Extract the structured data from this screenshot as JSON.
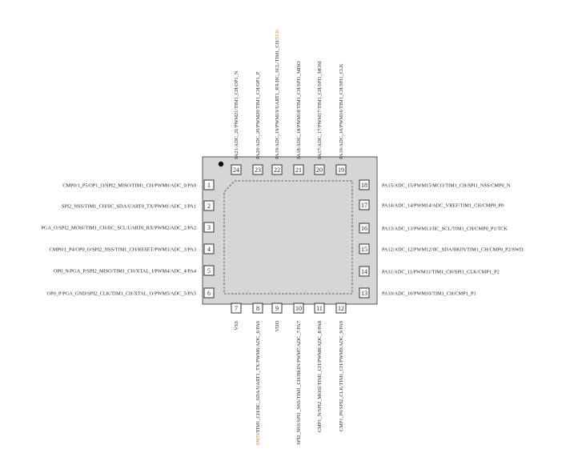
{
  "accent_color": "#e07a1c",
  "pins": [
    {
      "num": "1",
      "label": [
        {
          "t": "CMP0/1_P5/OP1_O/SPI2_MISO/TIM1_CH/PWM0/ADC_0/PA0"
        }
      ]
    },
    {
      "num": "2",
      "label": [
        {
          "t": "SPI2_NSS/TIM1_CH/IIC_SDA/UART0_TX/PWM1/ADC_1/PA1"
        }
      ]
    },
    {
      "num": "3",
      "label": [
        {
          "t": "PGA_O/SPI2_MOSI/TIM1_CH/IIC_SCL/UART0_RX/PWM2/ADC_2/PA2"
        }
      ]
    },
    {
      "num": "4",
      "label": [
        {
          "t": "CMP0/1_P4/OP0_O/SPI2_NSS/TIM1_CH/RESET/PWM3/ADC_3/PA3"
        }
      ]
    },
    {
      "num": "5",
      "label": [
        {
          "t": "OP0_N/PGA_P/SPI2_MISO/TIM1_CH/XTAL_I/PWM4/ADC_4/PA4"
        }
      ]
    },
    {
      "num": "6",
      "label": [
        {
          "t": "OP0_P/PGA_GND/SPI2_CLK/TIM1_CH/XTAL_O/PWM5/ADC_5/PA5"
        }
      ]
    },
    {
      "num": "7",
      "label": [
        {
          "t": "VSS"
        }
      ]
    },
    {
      "num": "8",
      "label": [
        {
          "t": "SWD",
          "c": "orange"
        },
        {
          "t": "/TIM1_CH/IIC_SDA/UART1_TX/PWM6/ADC_6/PA6"
        }
      ]
    },
    {
      "num": "9",
      "label": [
        {
          "t": "VDD"
        }
      ]
    },
    {
      "num": "10",
      "label": [
        {
          "t": "SPI2_NSS/SPI1_NSS/TIM1_CH/BKIN/PWM7/ADC_7/PA7"
        }
      ]
    },
    {
      "num": "11",
      "label": [
        {
          "t": "CMP1_N/SPI2_MOSI/TIM1_CH/PWM8/ADC_8/PA8"
        }
      ]
    },
    {
      "num": "12",
      "label": [
        {
          "t": "CMP1_P0/SPI2_CLK/TIM1_CH/PWM9/ADC_9/PA9"
        }
      ]
    },
    {
      "num": "13",
      "label": [
        {
          "t": "PA10/ADC_10/PWM10/TIM1_CH/CMP1_P1"
        }
      ]
    },
    {
      "num": "14",
      "label": [
        {
          "t": "PA11/ADC_11/PWM11/TIM1_CH/SPI1_CLK/CMP1_P2"
        }
      ]
    },
    {
      "num": "15",
      "label": [
        {
          "t": "PA12/ADC_12/PWM12/IIC_SDA/BKIN/TIM1_CH/CMP0_P2/SWD"
        }
      ]
    },
    {
      "num": "16",
      "label": [
        {
          "t": "PA13/ADC_13/PWM13/IIC_SCL/TIM1_CH/CMP0_P1/TCK"
        }
      ]
    },
    {
      "num": "17",
      "label": [
        {
          "t": "PA14/ADC_14/PWM14/ADC_VREF/TIM1_CH/CMP0_P0"
        }
      ]
    },
    {
      "num": "18",
      "label": [
        {
          "t": "PA15/ADC_15/PWM15/MCO/TIM1_CH/SPI1_NSS/CMP0_N"
        }
      ]
    },
    {
      "num": "19",
      "label": [
        {
          "t": "PA16/ADC_16/PWM16/TIM1_CH/SPI1_CLK"
        }
      ]
    },
    {
      "num": "20",
      "label": [
        {
          "t": "PA17/ADC_17/PWM17/TIM1_CH/SPI1_MOSI"
        }
      ]
    },
    {
      "num": "21",
      "label": [
        {
          "t": "PA18/ADC_18/PWM18/TIM1_CH/SPI1_MISO"
        }
      ]
    },
    {
      "num": "22",
      "label": [
        {
          "t": "PA19/ADC_19/PWM19/UART1_RX/IIC_SCL/TIM1_CH/"
        },
        {
          "t": "TCK",
          "c": "orange"
        }
      ]
    },
    {
      "num": "23",
      "label": [
        {
          "t": "PA20/ADC_20/PWM20/TIM1_CH/OP1_P"
        }
      ]
    },
    {
      "num": "24",
      "label": [
        {
          "t": "PA21/ADC_21/PWM21/TIM1_CH/OP1_N"
        }
      ]
    }
  ]
}
